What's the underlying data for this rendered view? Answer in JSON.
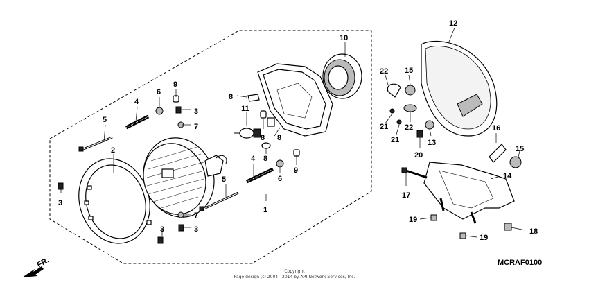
{
  "labels": {
    "l1": "1",
    "l2": "2",
    "l3": "3",
    "l4": "4",
    "l5": "5",
    "l6": "6",
    "l7": "7",
    "l8": "8",
    "l9": "9",
    "l10": "10",
    "l11": "11",
    "l12": "12",
    "l13": "13",
    "l14": "14",
    "l15": "15",
    "l16": "16",
    "l17": "17",
    "l18": "18",
    "l19": "19",
    "l20": "20",
    "l21": "21",
    "l22": "22"
  },
  "front_label": "FR.",
  "diagram_code": "MCRAF0100",
  "copyright": {
    "line1": "Copyright",
    "line2": "Page design (c) 2004 - 2014 by ARI Network Services, Inc."
  }
}
